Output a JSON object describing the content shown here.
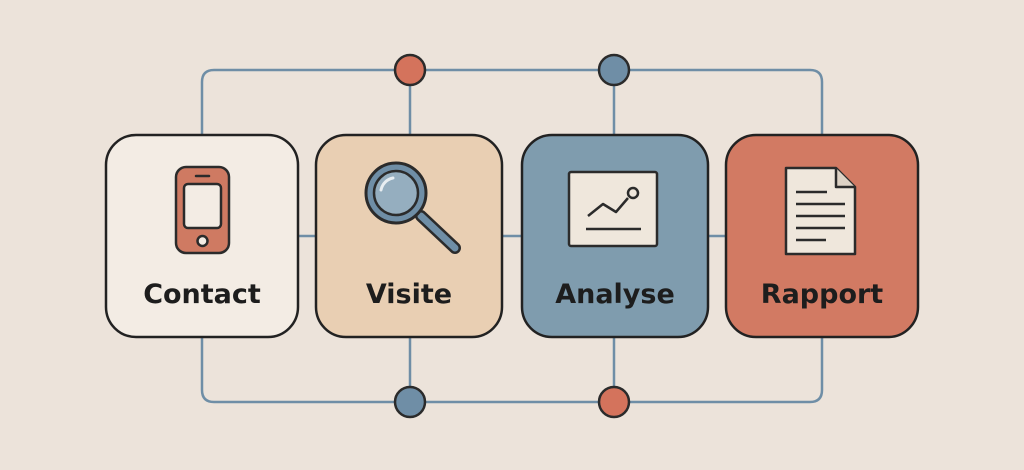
{
  "diagram": {
    "steps": [
      {
        "id": "contact",
        "label": "Contact",
        "icon": "smartphone-icon",
        "fill": "#f3ece4",
        "accent": "#cf7a62"
      },
      {
        "id": "visite",
        "label": "Visite",
        "icon": "magnifying-glass-icon",
        "fill": "#e9cfb3",
        "accent": "#6f8ea6"
      },
      {
        "id": "analyse",
        "label": "Analyse",
        "icon": "line-chart-icon",
        "fill": "#7f9cae",
        "accent": "#efe7dc"
      },
      {
        "id": "rapport",
        "label": "Rapport",
        "icon": "document-icon",
        "fill": "#d27a63",
        "accent": "#efe7dc"
      }
    ],
    "connector_color": "#6f8ea6",
    "outline_color": "#222222",
    "node_colors": {
      "orange": "#d4735c",
      "blue": "#6f8ea6"
    }
  }
}
